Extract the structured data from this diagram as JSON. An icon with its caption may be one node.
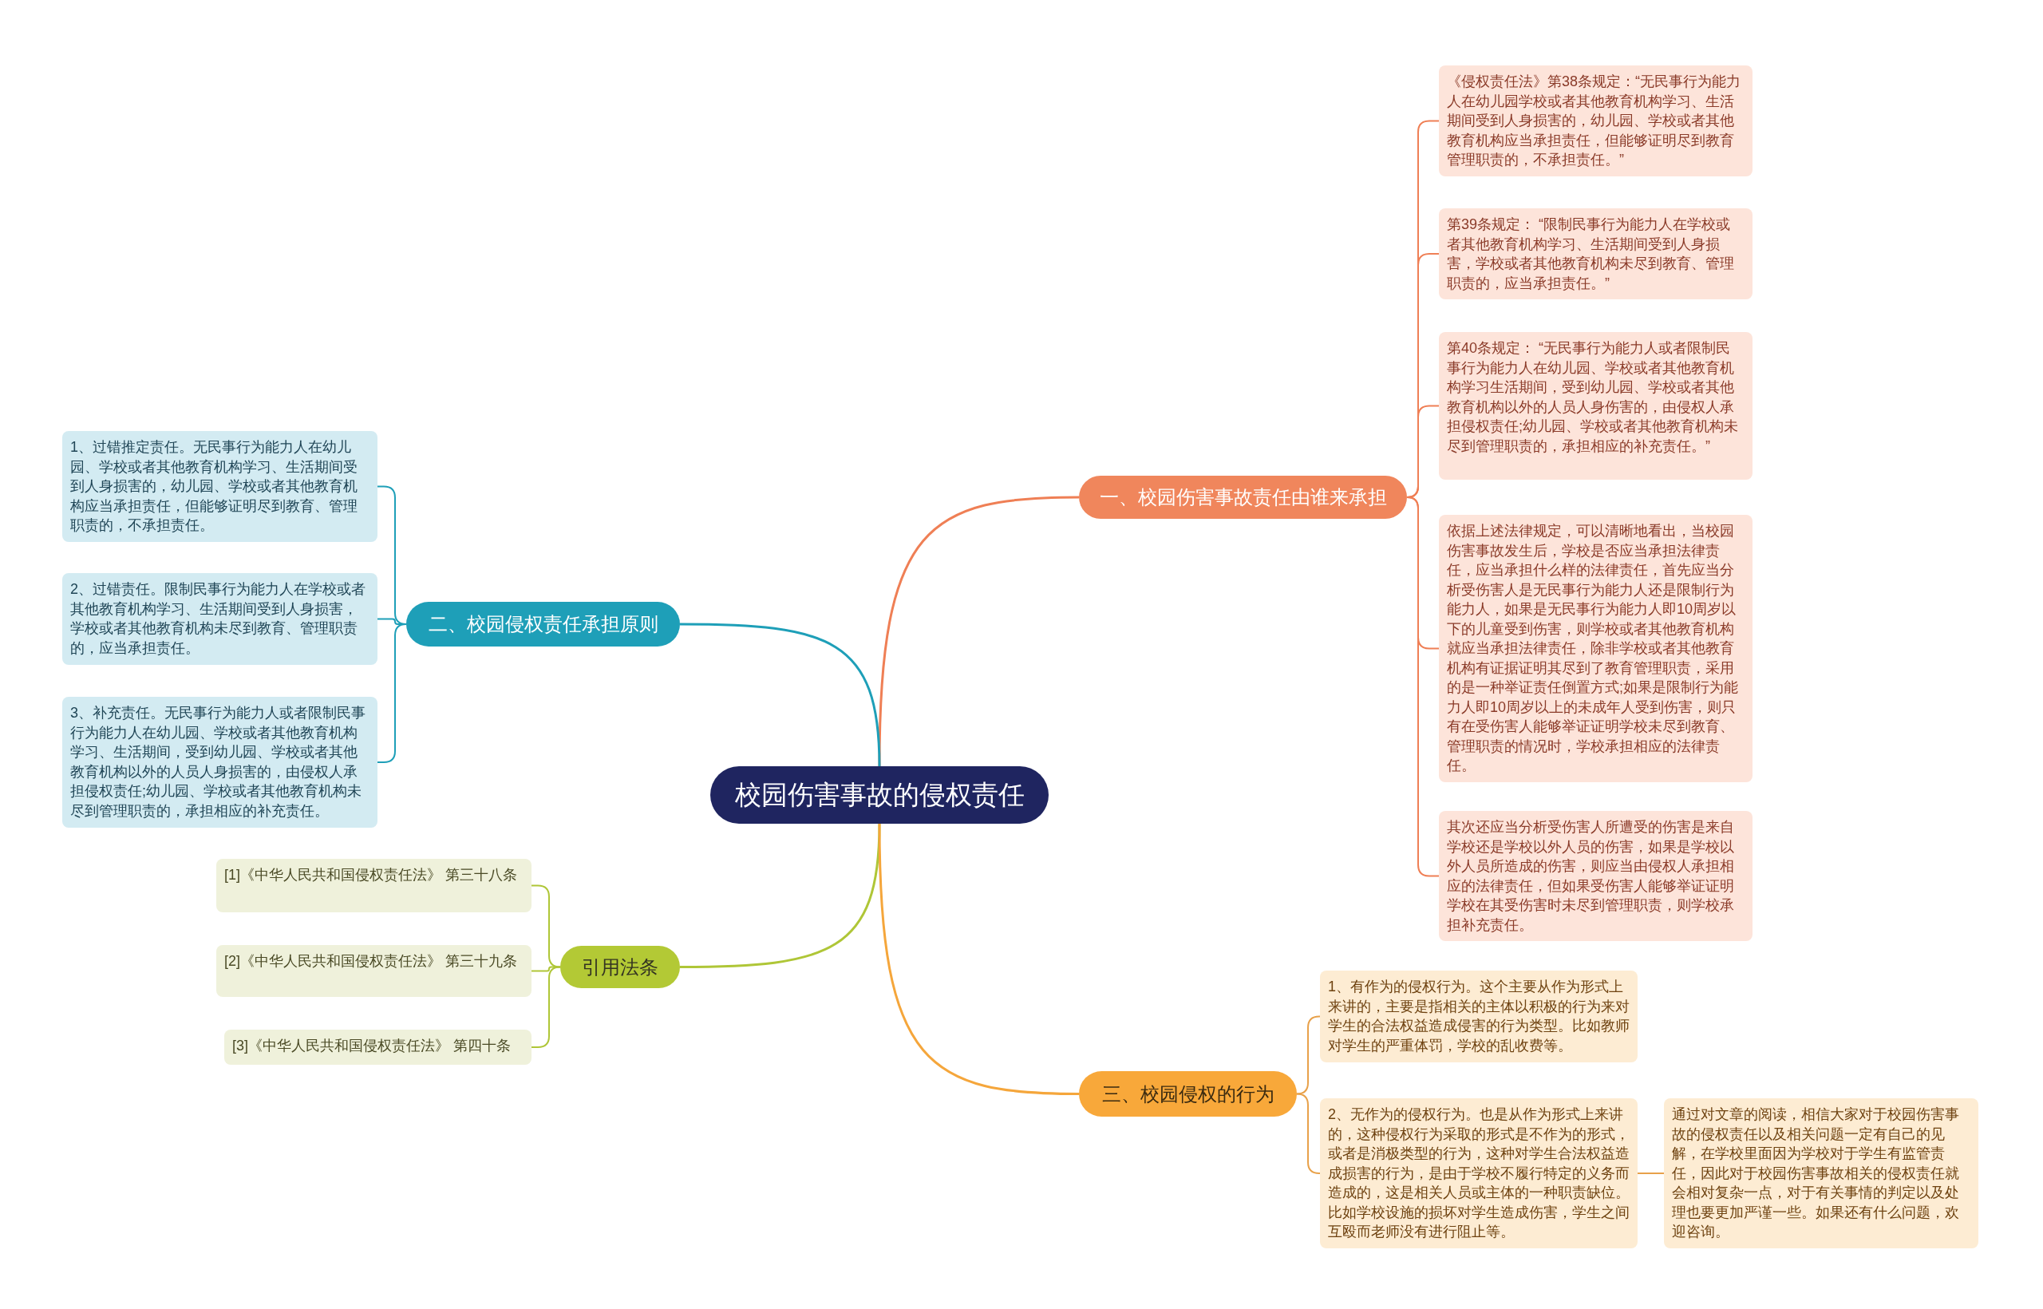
{
  "diagram": {
    "nodes": [
      {
        "text": [
          "校园伤害事故的侵权责任"
        ]
      },
      {
        "text": [
          "一、校园伤害事故责任由谁来承担"
        ]
      },
      {
        "text": [
          "《侵权责任法》第38条规定：“无民事行为能力人在幼儿园学校或者其他教育机构学习、生活期间受到人身损害的，幼儿园、学校或者其他教育机构应当承担责任，但能够证明尽到教育管理职责的，不承担责任。”"
        ]
      },
      {
        "text": [
          "第39条规定： “限制民事行为能力人在学校或者其他教育机构学习、生活期间受到人身损害，学校或者其他教育机构未尽到教育、管理职责的，应当承担责任。”"
        ]
      },
      {
        "text": [
          "第40条规定： “无民事行为能力人或者限制民事行为能力人在幼儿园、学校或者其他教育机构学习生活期间，受到幼儿园、学校或者其他教育机构以外的人员人身伤害的，由侵权人承担侵权责任;幼儿园、学校或者其他教育机构未尽到管理职责的，承担相应的补充责任。”"
        ]
      },
      {
        "text": [
          "依据上述法律规定，可以清晰地看出，当校园伤害事故发生后，学校是否应当承担法律责任，应当承担什么样的法律责任，首先应当分析受伤害人是无民事行为能力人还是限制行为能力人，如果是无民事行为能力人即10周岁以下的儿童受到伤害，则学校或者其他教育机构就应当承担法律责任，除非学校或者其他教育机构有证据证明其尽到了教育管理职责，采用的是一种举证责任倒置方式;如果是限制行为能力人即10周岁以上的未成年人受到伤害，则只有在受伤害人能够举证证明学校未尽到教育、管理职责的情况时，学校承担相应的法律责任。"
        ]
      },
      {
        "text": [
          "其次还应当分析受伤害人所遭受的伤害是来自学校还是学校以外人员的伤害，如果是学校以外人员所造成的伤害，则应当由侵权人承担相应的法律责任，但如果受伤害人能够举证证明学校在其受伤害时未尽到管理职责，则学校承担补充责任。"
        ]
      },
      {
        "text": [
          "二、校园侵权责任承担原则"
        ]
      },
      {
        "text": [
          "1、过错推定责任。无民事行为能力人在幼儿园、学校或者其他教育机构学习、生活期间受到人身损害的，幼儿园、学校或者其他教育机构应当承担责任，但能够证明尽到教育、管理职责的，不承担责任。"
        ]
      },
      {
        "text": [
          "2、过错责任。限制民事行为能力人在学校或者其他教育机构学习、生活期间受到人身损害，学校或者其他教育机构未尽到教育、管理职责的，应当承担责任。"
        ]
      },
      {
        "text": [
          "3、补充责任。无民事行为能力人或者限制民事行为能力人在幼儿园、学校或者其他教育机构学习、生活期间，受到幼儿园、学校或者其他教育机构以外的人员人身损害的，由侵权人承担侵权责任;幼儿园、学校或者其他教育机构未尽到管理职责的，承担相应的补充责任。"
        ]
      },
      {
        "text": [
          "引用法条"
        ]
      },
      {
        "text": [
          "[1]《中华人民共和国侵权责任法》 第三十八条"
        ]
      },
      {
        "text": [
          "[2]《中华人民共和国侵权责任法》 第三十九条"
        ]
      },
      {
        "text": [
          "[3]《中华人民共和国侵权责任法》 第四十条"
        ]
      },
      {
        "text": [
          "三、校园侵权的行为"
        ]
      },
      {
        "text": [
          "1、有作为的侵权行为。这个主要从作为形式上来讲的，主要是指相关的主体以积极的行为来对学生的合法权益造成侵害的行为类型。比如教师对学生的严重体罚，学校的乱收费等。"
        ]
      },
      {
        "text": [
          "2、无作为的侵权行为。也是从作为形式上来讲的，这种侵权行为采取的形式是不作为的形式，或者是消极类型的行为，这种对学生合法权益造成损害的行为，是由于学校不履行特定的义务而造成的，这是相关人员或主体的一种职责缺位。比如学校设施的损坏对学生造成伤害，学生之间互殴而老师没有进行阻止等。"
        ]
      },
      {
        "text": [
          "通过对文章的阅读，相信大家对于校园伤害事故的侵权责任以及相关问题一定有自己的见解，在学校里面因为学校对于学生有监管责任，因此对于校园伤害事故相关的侵权责任就会相对复杂一点，对于有关事情的判定以及处理也要更加严谨一些。如果还有什么问题，欢迎咨询。"
        ]
      }
    ],
    "edges": [
      {
        "from": 0,
        "to": 1,
        "arrow": "none"
      },
      {
        "from": 1,
        "to": 2,
        "arrow": "none"
      },
      {
        "from": 1,
        "to": 3,
        "arrow": "none"
      },
      {
        "from": 1,
        "to": 4,
        "arrow": "none"
      },
      {
        "from": 1,
        "to": 5,
        "arrow": "none"
      },
      {
        "from": 1,
        "to": 6,
        "arrow": "none"
      },
      {
        "from": 0,
        "to": 7,
        "arrow": "none",
        "color": "#1e9fb8"
      },
      {
        "from": 7,
        "to": 8,
        "arrow": "none",
        "color": "#1e9fb8"
      },
      {
        "from": 7,
        "to": 9,
        "arrow": "none",
        "color": "#1e9fb8"
      },
      {
        "from": 7,
        "to": 10,
        "arrow": "none",
        "color": "#1e9fb8"
      },
      {
        "from": 0,
        "to": 11,
        "arrow": "none",
        "color": "#afc637"
      },
      {
        "from": 11,
        "to": 12,
        "arrow": "none",
        "color": "#afc637"
      },
      {
        "from": 11,
        "to": 13,
        "arrow": "none",
        "color": "#afc637"
      },
      {
        "from": 11,
        "to": 14,
        "arrow": "none",
        "color": "#afc637"
      },
      {
        "from": 0,
        "to": 15,
        "arrow": "none",
        "color": "#f5a63b"
      },
      {
        "from": 15,
        "to": 16,
        "arrow": "none",
        "color": "#e8a14a"
      },
      {
        "from": 15,
        "to": 17,
        "arrow": "none",
        "color": "#e8a14a"
      },
      {
        "from": 17,
        "to": 18,
        "arrow": "none",
        "color": "#e8a14a"
      }
    ]
  }
}
